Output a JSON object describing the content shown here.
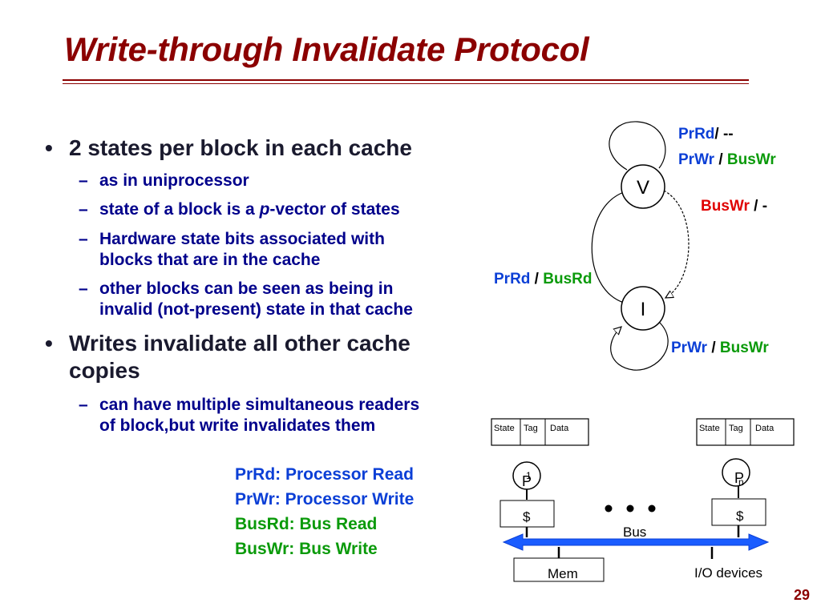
{
  "slide": {
    "title": "Write-through Invalidate Protocol",
    "page_number": "29"
  },
  "bullets": [
    {
      "text": "2 states per block in each cache",
      "subs": [
        {
          "text": "as in uniprocessor"
        },
        {
          "pre": "state of a block is a ",
          "em": "p",
          "post": "-vector of states"
        },
        {
          "line1": "Hardware state bits associated with",
          "line2": "blocks that are in the cache"
        },
        {
          "line1": "other blocks can be seen as being in",
          "line2": "invalid (not-present) state in that cache"
        }
      ]
    },
    {
      "line1": "Writes invalidate all other cache",
      "line2": "copies",
      "subs": [
        {
          "line1": "can have multiple simultaneous readers",
          "line2": "of block,but write invalidates them"
        }
      ]
    }
  ],
  "bullet_glyph": "•",
  "dash_glyph": "–",
  "legend": [
    {
      "text": "PrRd: Processor Read",
      "color": "#0b3fd6"
    },
    {
      "text": "PrWr: Processor Write",
      "color": "#0b3fd6"
    },
    {
      "text": "BusRd: Bus Read",
      "color": "#0a9a0a"
    },
    {
      "text": "BusWr: Bus Write",
      "color": "#0a9a0a"
    }
  ],
  "state_diagram": {
    "states": [
      "V",
      "I"
    ],
    "v_self_loop": {
      "line1_a": "PrRd",
      "line1_b": "/ --",
      "line2_a": "PrWr",
      "sep": " / ",
      "line2_b": "BusWr"
    },
    "v_to_i": {
      "a": "BusWr",
      "b": " / -"
    },
    "i_to_v": {
      "a": "PrRd",
      "sep": " / ",
      "b": "BusRd"
    },
    "i_self_loop": {
      "a": "PrWr",
      "sep": " / ",
      "b": "BusWr"
    }
  },
  "bus_diagram": {
    "cache_cols": [
      "State",
      "Tag",
      "Data"
    ],
    "processor_label": "P",
    "subscript": "n",
    "cache_label": "$",
    "bus_label": "Bus",
    "mem_label": "Mem",
    "io_label": "I/O devices"
  },
  "colors": {
    "title": "#8b0000",
    "blue": "#0b3fd6",
    "green": "#0a9a0a",
    "red": "#e00000",
    "bus": "#1a5cff"
  }
}
